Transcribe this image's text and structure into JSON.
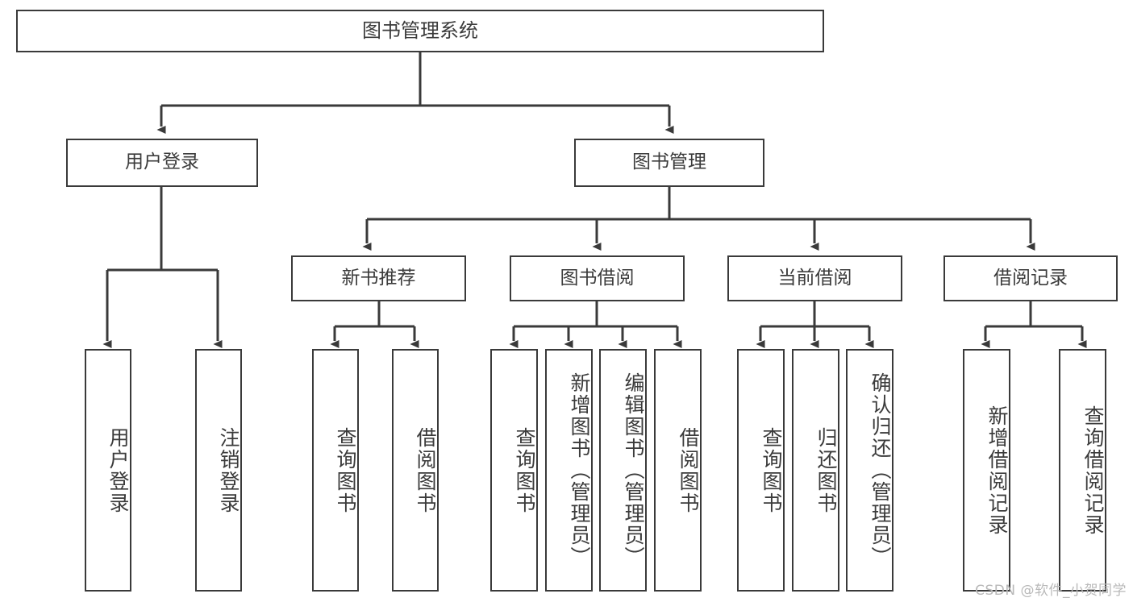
{
  "diagram": {
    "type": "tree",
    "title": "图书管理系统",
    "orientation": "top-down",
    "colors": {
      "box_border": "#3a3a3a",
      "box_fill": "#ffffff",
      "text": "#3b3b3b",
      "connector": "#3a3a3a",
      "watermark": "#b9b9b9",
      "background": "#ffffff"
    },
    "root": {
      "label": "图书管理系统"
    },
    "level2": [
      {
        "label": "用户登录"
      },
      {
        "label": "图书管理"
      }
    ],
    "level3": [
      {
        "label": "新书推荐"
      },
      {
        "label": "图书借阅"
      },
      {
        "label": "当前借阅"
      },
      {
        "label": "借阅记录"
      }
    ],
    "leaves": {
      "user_login": [
        {
          "label": "用户登录"
        },
        {
          "label": "注销登录"
        }
      ],
      "new_book_recommend": [
        {
          "label": "查询图书"
        },
        {
          "label": "借阅图书"
        }
      ],
      "book_borrow": [
        {
          "label": "查询图书"
        },
        {
          "label": "新增图书（管理员）"
        },
        {
          "label": "编辑图书（管理员）"
        },
        {
          "label": "借阅图书"
        }
      ],
      "current_borrow": [
        {
          "label": "查询图书"
        },
        {
          "label": "归还图书"
        },
        {
          "label": "确认归还（管理员）"
        }
      ],
      "borrow_record": [
        {
          "label": "新增借阅记录"
        },
        {
          "label": "查询借阅记录"
        }
      ]
    }
  },
  "watermark": {
    "text": "CSDN @软件_小贺同学"
  }
}
